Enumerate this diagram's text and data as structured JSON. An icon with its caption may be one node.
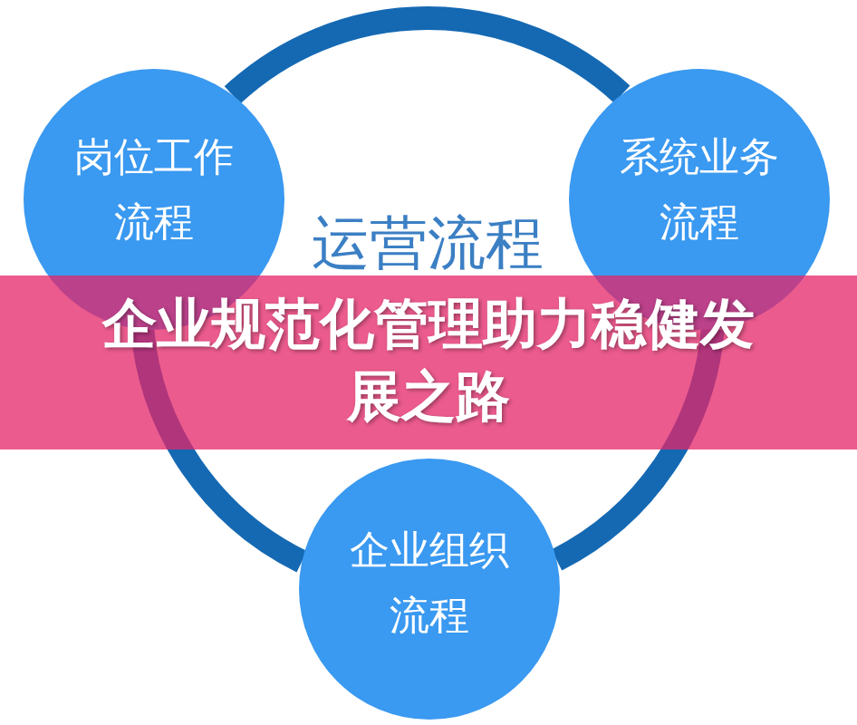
{
  "diagram": {
    "title": "企业规范化管理助力稳健发展之路",
    "nodes": [
      {
        "text": [
          "岗位工作流程"
        ]
      },
      {
        "text": [
          "系统业务流程"
        ]
      },
      {
        "text": [
          "企业组织流程"
        ]
      }
    ],
    "edges": [
      {
        "from": 0,
        "to": 1,
        "arrow": "none"
      },
      {
        "from": 1,
        "to": 2,
        "arrow": "none"
      },
      {
        "from": 2,
        "to": 0,
        "arrow": "none"
      }
    ],
    "labels": [
      "运营流程"
    ]
  }
}
